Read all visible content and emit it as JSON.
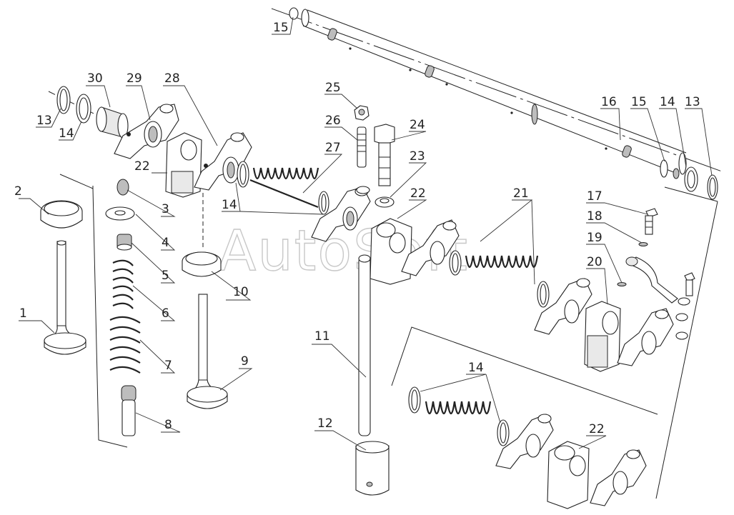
{
  "watermark": "AutoSoft",
  "callouts": [
    {
      "id": "c1",
      "text": "1"
    },
    {
      "id": "c2",
      "text": "2"
    },
    {
      "id": "c3",
      "text": "3"
    },
    {
      "id": "c4",
      "text": "4"
    },
    {
      "id": "c5",
      "text": "5"
    },
    {
      "id": "c6",
      "text": "6"
    },
    {
      "id": "c7",
      "text": "7"
    },
    {
      "id": "c8",
      "text": "8"
    },
    {
      "id": "c9",
      "text": "9"
    },
    {
      "id": "c10",
      "text": "10"
    },
    {
      "id": "c11",
      "text": "11"
    },
    {
      "id": "c12",
      "text": "12"
    },
    {
      "id": "c13a",
      "text": "13"
    },
    {
      "id": "c13b",
      "text": "13"
    },
    {
      "id": "c14a",
      "text": "14"
    },
    {
      "id": "c14b",
      "text": "14"
    },
    {
      "id": "c14c",
      "text": "14"
    },
    {
      "id": "c14d",
      "text": "14"
    },
    {
      "id": "c15a",
      "text": "15"
    },
    {
      "id": "c15b",
      "text": "15"
    },
    {
      "id": "c16",
      "text": "16"
    },
    {
      "id": "c17",
      "text": "17"
    },
    {
      "id": "c18",
      "text": "18"
    },
    {
      "id": "c19",
      "text": "19"
    },
    {
      "id": "c20",
      "text": "20"
    },
    {
      "id": "c21",
      "text": "21"
    },
    {
      "id": "c22a",
      "text": "22"
    },
    {
      "id": "c22b",
      "text": "22"
    },
    {
      "id": "c22c",
      "text": "22"
    },
    {
      "id": "c23",
      "text": "23"
    },
    {
      "id": "c24",
      "text": "24"
    },
    {
      "id": "c25",
      "text": "25"
    },
    {
      "id": "c26",
      "text": "26"
    },
    {
      "id": "c27",
      "text": "27"
    },
    {
      "id": "c28",
      "text": "28"
    },
    {
      "id": "c29",
      "text": "29"
    },
    {
      "id": "c30",
      "text": "30"
    }
  ]
}
